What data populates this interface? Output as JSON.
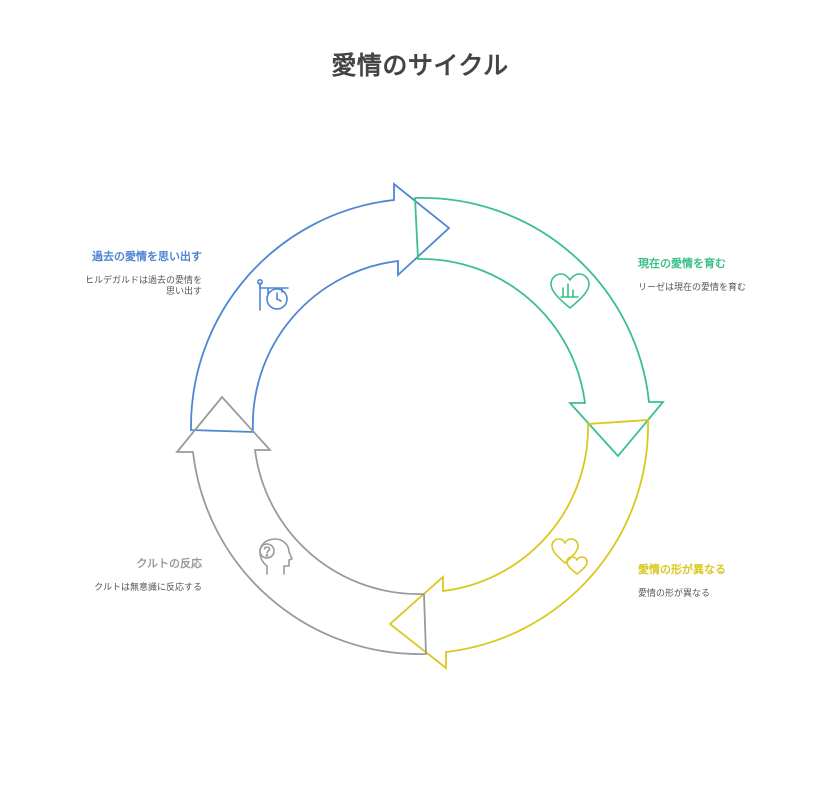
{
  "title": "愛情のサイクル",
  "colors": {
    "blue": "#4f86d4",
    "green": "#3cc08a",
    "yellow": "#d9c81e",
    "gray": "#9a9a9a",
    "title": "#444444"
  },
  "stages": [
    {
      "id": "past",
      "heading": "過去の愛情を思い出す",
      "description": "ヒルデガルドは過去の愛情を思い出す",
      "color": "#4f86d4",
      "icon": "signpost-clock-icon"
    },
    {
      "id": "present",
      "heading": "現在の愛情を育む",
      "description": "リーゼは現在の愛情を育む",
      "color": "#3cc08a",
      "icon": "heart-bar-chart-icon"
    },
    {
      "id": "different",
      "heading": "愛情の形が異なる",
      "description": "愛情の形が異なる",
      "color": "#d9c81e",
      "icon": "two-hearts-icon"
    },
    {
      "id": "cult",
      "heading": "クルトの反応",
      "description": "クルトは無意識に反応する",
      "color": "#9a9a9a",
      "icon": "head-question-icon"
    }
  ]
}
